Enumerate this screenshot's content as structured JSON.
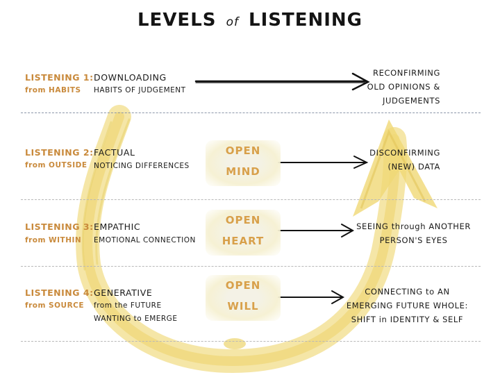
{
  "title": {
    "main1": "LEVELS",
    "of": "of",
    "main2": "LISTENING"
  },
  "levels": [
    {
      "level": "LISTENING 1:",
      "source": "from HABITS",
      "mode": "DOWNLOADING",
      "desc": [
        "HABITS OF JUDGEMENT"
      ],
      "open": [],
      "result": [
        "RECONFIRMING",
        "OLD OPINIONS &",
        "JUDGEMENTS"
      ]
    },
    {
      "level": "LISTENING 2:",
      "source": "from OUTSIDE",
      "mode": "FACTUAL",
      "desc": [
        "NOTICING DIFFERENCES"
      ],
      "open": [
        "OPEN",
        "MIND"
      ],
      "result": [
        "DISCONFIRMING",
        "(NEW) DATA"
      ]
    },
    {
      "level": "LISTENING 3:",
      "source": "from WITHIN",
      "mode": "EMPATHIC",
      "desc": [
        "EMOTIONAL CONNECTION"
      ],
      "open": [
        "OPEN",
        "HEART"
      ],
      "result": [
        "SEEING through ANOTHER",
        "PERSON'S EYES"
      ]
    },
    {
      "level": "LISTENING 4:",
      "source": "from SOURCE",
      "mode": "GENERATIVE",
      "desc": [
        "from the FUTURE",
        "WANTING to EMERGE"
      ],
      "open": [
        "OPEN",
        "WILL"
      ],
      "result": [
        "CONNECTING to AN",
        "EMERGING FUTURE WHOLE:",
        "SHIFT in IDENTITY & SELF"
      ]
    }
  ],
  "colors": {
    "accent": "#c98a3c",
    "open_text": "#d8a04a",
    "u_arrow": "#f0d876",
    "text": "#1a1a1a",
    "separator": "#8a95a8"
  }
}
